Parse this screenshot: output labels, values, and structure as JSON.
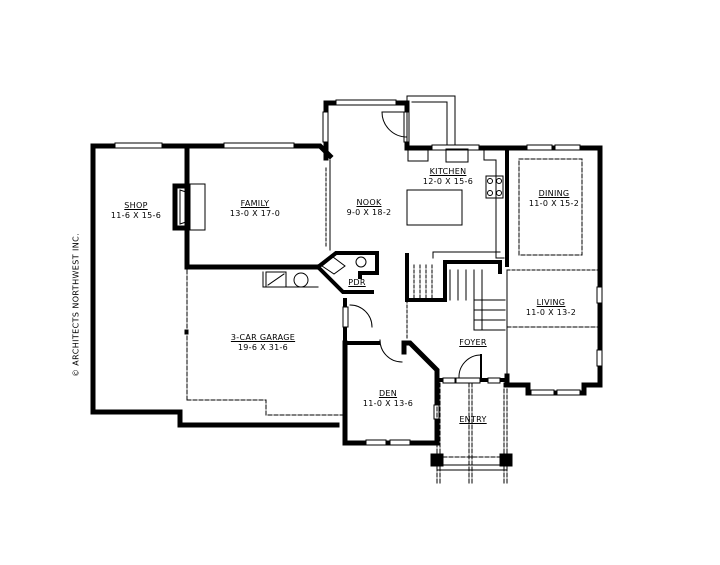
{
  "plan": {
    "type": "floor-plan",
    "copyright": "© ARCHITECTS NORTHWEST INC.",
    "rooms": [
      {
        "id": "shop",
        "name": "SHOP",
        "dimensions": "11-6 X 15-6"
      },
      {
        "id": "family",
        "name": "FAMILY",
        "dimensions": "13-0 X 17-0"
      },
      {
        "id": "nook",
        "name": "NOOK",
        "dimensions": "9-0 X 18-2"
      },
      {
        "id": "kitchen",
        "name": "KITCHEN",
        "dimensions": "12-0 X 15-6"
      },
      {
        "id": "dining",
        "name": "DINING",
        "dimensions": "11-0 X 15-2"
      },
      {
        "id": "living",
        "name": "LIVING",
        "dimensions": "11-0 X 13-2"
      },
      {
        "id": "garage",
        "name": "3-CAR GARAGE",
        "dimensions": "19-6 X 31-6"
      },
      {
        "id": "den",
        "name": "DEN",
        "dimensions": "11-0 X 13-6"
      },
      {
        "id": "pdr",
        "name": "PDR",
        "dimensions": ""
      },
      {
        "id": "foyer",
        "name": "FOYER",
        "dimensions": ""
      },
      {
        "id": "entry",
        "name": "ENTRY",
        "dimensions": ""
      }
    ],
    "colors": {
      "wall": "#000000",
      "background": "#ffffff"
    }
  }
}
